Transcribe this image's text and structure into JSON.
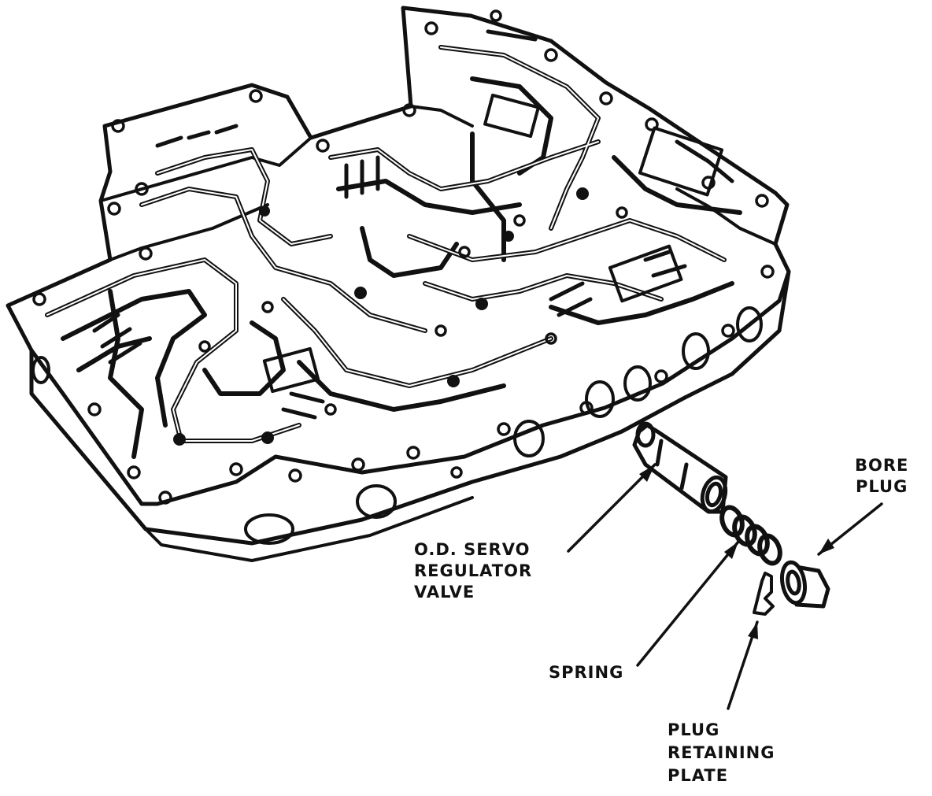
{
  "colors": {
    "ink": "#111111",
    "background": "#ffffff"
  },
  "labels": {
    "bore_plug": [
      "BORE",
      "PLUG"
    ],
    "servo_valve": [
      "O.D. SERVO",
      "REGULATOR",
      "VALVE"
    ],
    "spring": [
      "SPRING"
    ],
    "retaining_plate": [
      "PLUG",
      "RETAINING",
      "PLATE"
    ]
  }
}
